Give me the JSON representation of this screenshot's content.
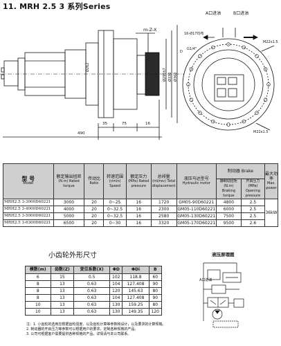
{
  "header": {
    "title": "11. MRH 2.5 3 系列Series"
  },
  "drawing": {
    "label_port_a": "A口进油",
    "label_port_b": "B口进油",
    "label_module": "m-Z-X",
    "label_holes": "16-Ø17均布",
    "label_thread_g": "G1/4\"",
    "label_m22": "M22x1.5",
    "label_m22_bottom": "M22x1.5",
    "label_diam_d": "D",
    "label_diam_1": "Ø262",
    "label_diam_2": "Ø290h7",
    "label_diam_3": "Ø330",
    "label_diam_4": "Ø360",
    "dim_490": "490",
    "dim_35": "35",
    "dim_75": "75",
    "dim_16": "16"
  },
  "spec_table": {
    "headers": [
      {
        "cn": "型  号",
        "en": "Model"
      },
      {
        "cn": "额定输出扭矩",
        "en": "(N.m) Rated torque"
      },
      {
        "cn": "传动比",
        "en": "Ratio"
      },
      {
        "cn": "转速范围",
        "en": "(r/min) Speed"
      },
      {
        "cn": "额定压力",
        "en": "(MPa) Rated pressure"
      },
      {
        "cn": "总排量",
        "en": "(ml/rev) Total displacement"
      },
      {
        "cn": "液压马达型号",
        "en": "Hydraulic motor"
      },
      {
        "cn": "制动器 Brake",
        "en": ""
      },
      {
        "cn": "最大功率",
        "en": "Max. power"
      }
    ],
    "brake_sub": [
      {
        "cn": "静制动扭矩(N.m)",
        "en": "Braking torque"
      },
      {
        "cn": "开启压力(MPa)",
        "en": "Opening pressure"
      }
    ],
    "rows": [
      [
        "MRH2.5 3-3000D60221",
        "3000",
        "20",
        "0~25",
        "16",
        "1720",
        "GM05-90D60221",
        "4800",
        "2.5"
      ],
      [
        "MRH2.5 3-4000D60221",
        "4000",
        "20",
        "0~32.5",
        "16",
        "2300",
        "GM05-110D60221",
        "6000",
        "2.5"
      ],
      [
        "MRH2.5 3-5000D60221",
        "5000",
        "20",
        "0~32.5",
        "16",
        "2580",
        "GM05-130D60221",
        "7500",
        "2.5"
      ],
      [
        "MRH2.5 3-6300D60221",
        "6500",
        "20",
        "0~30",
        "16",
        "3320",
        "GM05-170D60221",
        "9500",
        "2.6"
      ]
    ],
    "max_power": "36kW"
  },
  "gear_title": "小齿轮外形尺寸",
  "hyd_title": "液压原理图",
  "gear_table": {
    "headers": [
      "模数(m)",
      "齿数(Z)",
      "变位系数(X)",
      "ΦD",
      "ΦDi",
      "B"
    ],
    "rows": [
      [
        "6",
        "15",
        "0.5",
        "102",
        "118.8",
        "60"
      ],
      [
        "8",
        "13",
        "0.63",
        "104",
        "127.408",
        "90"
      ],
      [
        "8",
        "13",
        "0.63",
        "120",
        "145.63",
        "80"
      ],
      [
        "8",
        "13",
        "0.63",
        "104",
        "127.408",
        "90"
      ],
      [
        "10",
        "13",
        "0.63",
        "130",
        "159.25",
        "80"
      ],
      [
        "10",
        "13",
        "0.63",
        "130",
        "149.35",
        "120"
      ]
    ]
  },
  "notes": [
    "注：1. 小齿轮的选用应根据齿轮强度、以及齿轮计算等参数和设计，以及要求的计算规格。",
    "2. 制动器的开启压力等参数可以根据用户的要求，定制各种规格的产品。",
    "3. 公司可根据客户需要提供各种规格的产品，详情请与本公司联系。"
  ]
}
